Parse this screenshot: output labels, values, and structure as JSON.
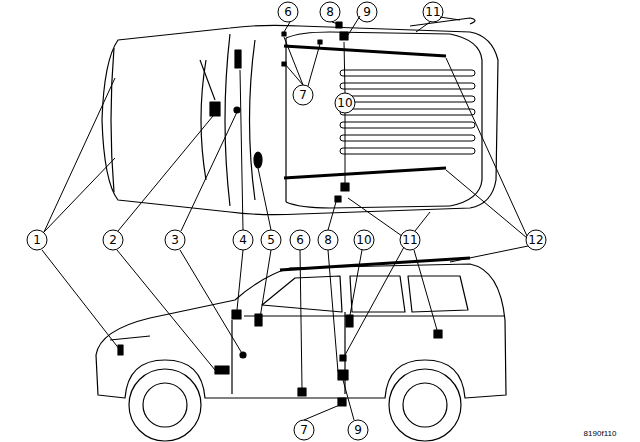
{
  "diagram": {
    "labels": [
      "6",
      "8",
      "9",
      "11",
      "7",
      "10",
      "1",
      "2",
      "3",
      "4",
      "5",
      "6",
      "8",
      "10",
      "11",
      "12",
      "7",
      "9",
      "8190f110"
    ]
  }
}
